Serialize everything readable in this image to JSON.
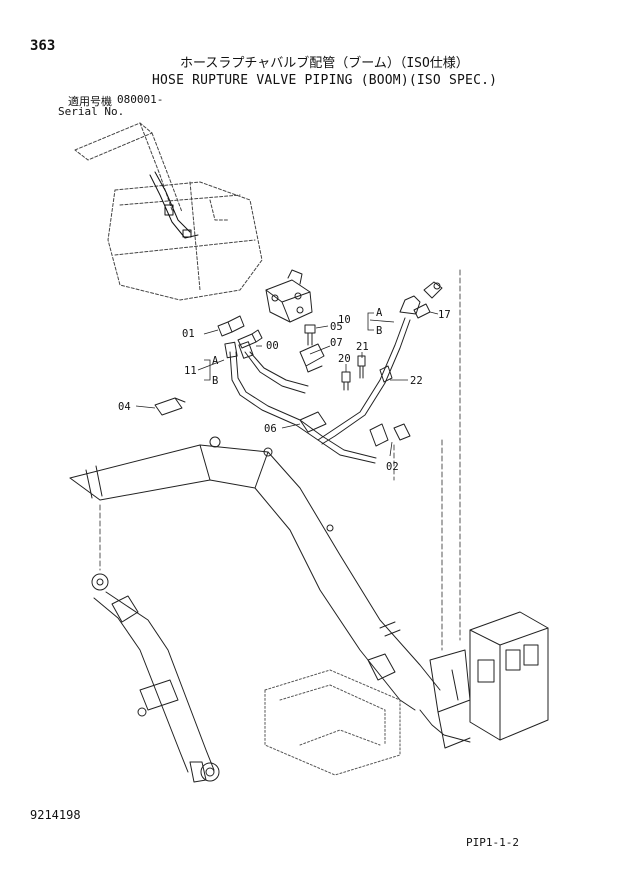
{
  "header": {
    "page_number": "363",
    "title_jp": "ホースラプチャバルブ配管（ブーム）（ISO仕様）",
    "title_en": "HOSE RUPTURE VALVE PIPING (BOOM)(ISO SPEC.)",
    "serial_label_jp": "適用号機",
    "serial_value": "080001-",
    "serial_label_en": "Serial No."
  },
  "callouts": {
    "c01": "01",
    "c00": "00",
    "c05": "05",
    "c07": "07",
    "c10": "10",
    "c17": "17",
    "c20": "20",
    "c21": "21",
    "c22": "22",
    "c11": "11",
    "c04": "04",
    "c06": "06",
    "c02": "02",
    "a1": "A",
    "b1": "B",
    "a2": "A",
    "b2": "B"
  },
  "footer": {
    "part_code": "9214198",
    "page_code": "PIP1-1-2"
  }
}
